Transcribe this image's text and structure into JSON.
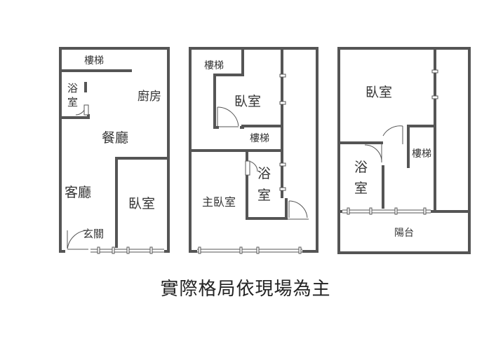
{
  "floor1": {
    "stairs": "樓梯",
    "bath_line1": "浴",
    "bath_line2": "室",
    "kitchen": "廚房",
    "dining": "餐廳",
    "living": "客廳",
    "bedroom": "臥室",
    "entrance": "玄關"
  },
  "floor2": {
    "stairs_top": "樓梯",
    "bedroom": "臥室",
    "stairs": "樓梯",
    "bath_line1": "浴",
    "bath_line2": "室",
    "master_bedroom": "主臥室"
  },
  "floor3": {
    "bedroom": "臥室",
    "stairs": "樓梯",
    "bath_line1": "浴",
    "bath_line2": "室",
    "balcony": "陽台"
  },
  "caption": "實際格局依現場為主",
  "colors": {
    "wall": "#555555",
    "text": "#333333",
    "background": "#ffffff"
  }
}
